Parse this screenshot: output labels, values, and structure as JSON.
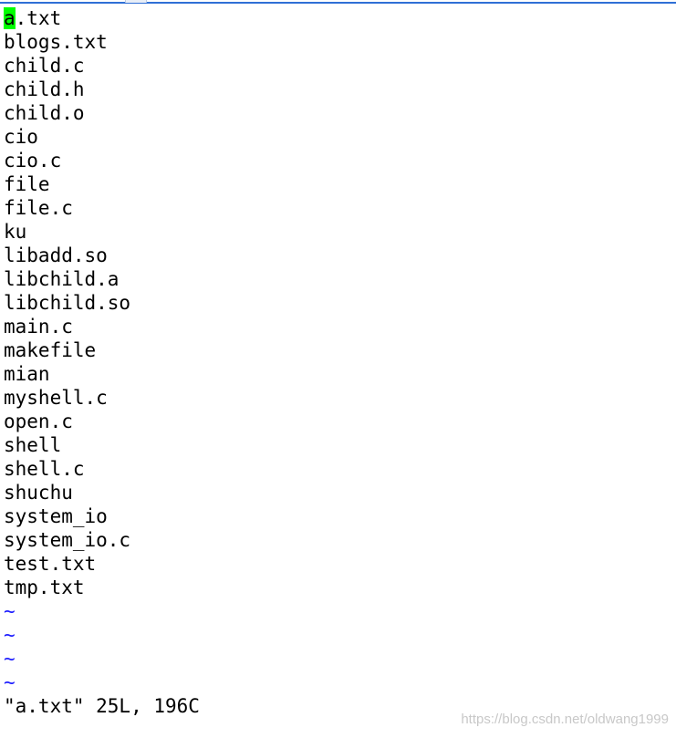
{
  "editor": {
    "cursor_char": "a",
    "first_line_rest": ".txt",
    "lines": [
      "blogs.txt",
      "child.c",
      "child.h",
      "child.o",
      "cio",
      "cio.c",
      "file",
      "file.c",
      "ku",
      "libadd.so",
      "libchild.a",
      "libchild.so",
      "main.c",
      "makefile",
      "mian",
      "myshell.c",
      "open.c",
      "shell",
      "shell.c",
      "shuchu",
      "system_io",
      "system_io.c",
      "test.txt",
      "tmp.txt"
    ],
    "tilde": "~"
  },
  "status": {
    "text": "\"a.txt\" 25L, 196C"
  },
  "watermark": {
    "text": "https://blog.csdn.net/oldwang1999"
  },
  "colors": {
    "cursor": "#00ff00",
    "tilde": "#1b1bff",
    "text": "#000000",
    "background": "#ffffff"
  }
}
